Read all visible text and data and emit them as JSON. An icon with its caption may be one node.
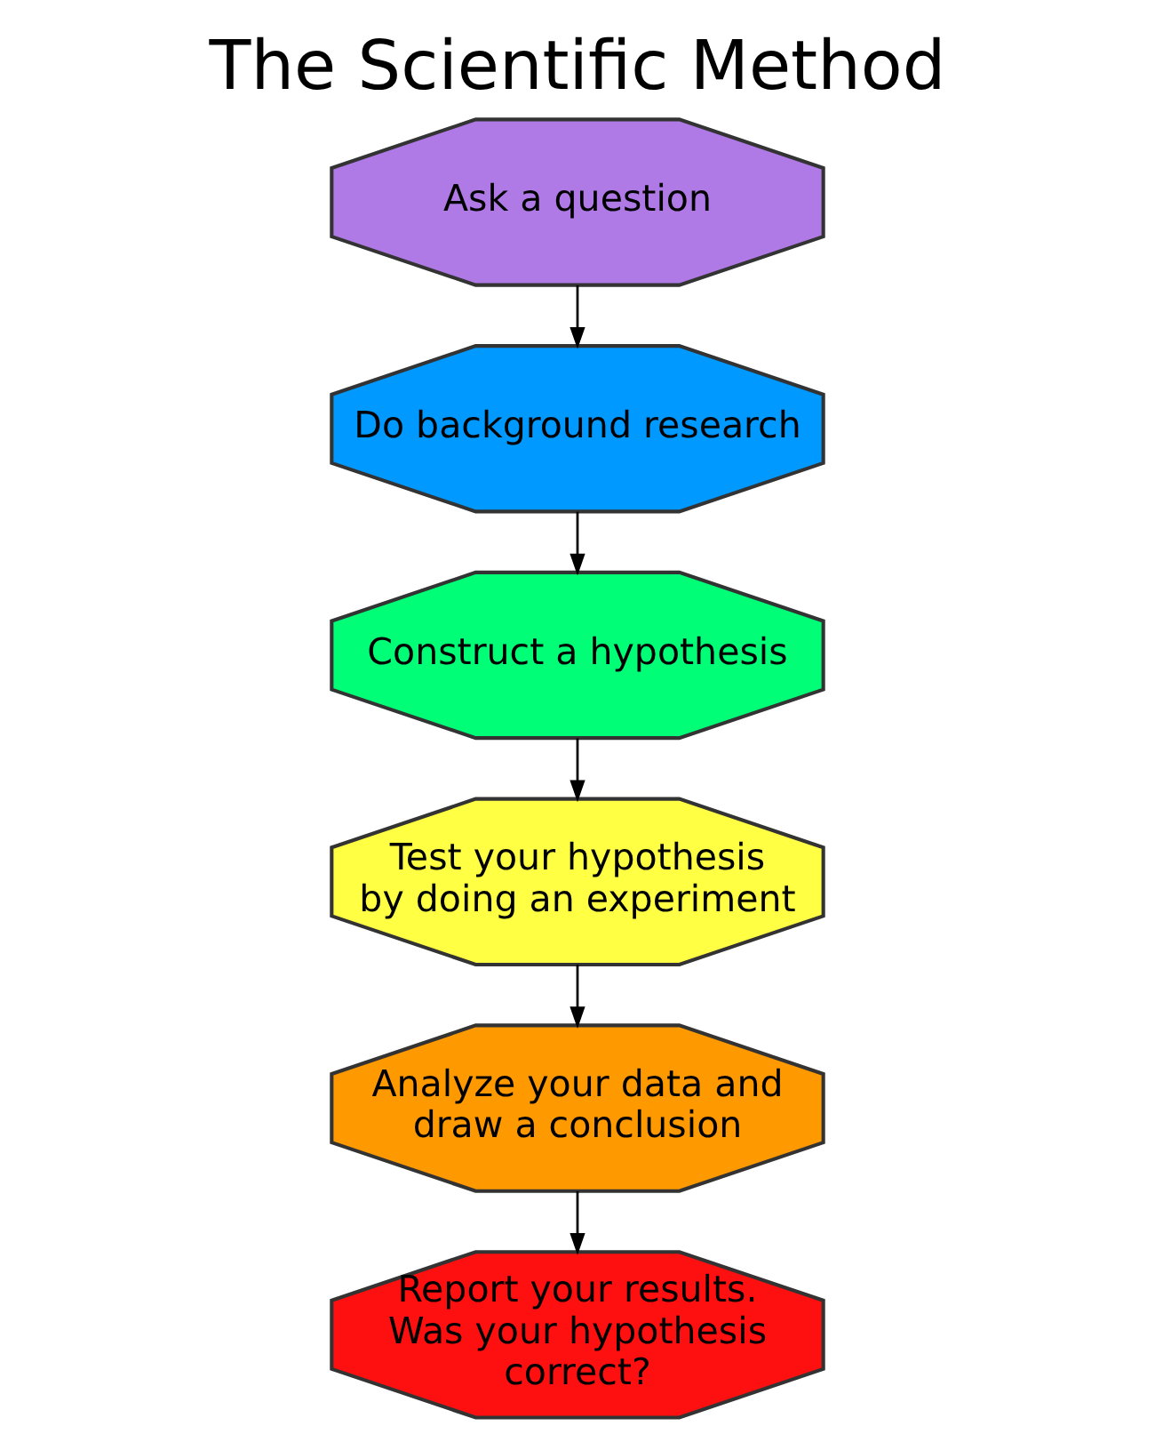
{
  "diagram": {
    "title": "The Scientific Method",
    "nodes": [
      {
        "text": [
          "Ask a question"
        ]
      },
      {
        "text": [
          "Do background research"
        ]
      },
      {
        "text": [
          "Construct a hypothesis"
        ]
      },
      {
        "text": [
          "Test your hypothesis by doing an experiment"
        ]
      },
      {
        "text": [
          "Analyze your data and draw a conclusion"
        ]
      },
      {
        "text": [
          "Report your results. Was your hypothesis correct?"
        ]
      }
    ],
    "edges": [
      {
        "from": 0,
        "to": 1,
        "arrow": "to"
      },
      {
        "from": 1,
        "to": 2,
        "arrow": "to"
      },
      {
        "from": 2,
        "to": 3,
        "arrow": "to"
      },
      {
        "from": 3,
        "to": 4,
        "arrow": "to"
      },
      {
        "from": 4,
        "to": 5,
        "arrow": "to"
      }
    ]
  }
}
